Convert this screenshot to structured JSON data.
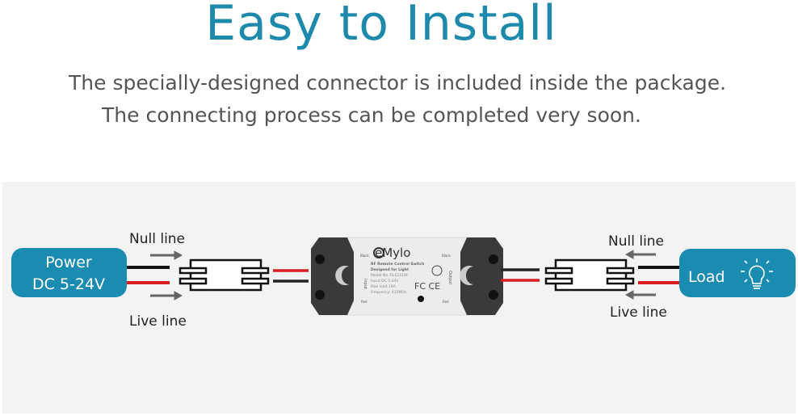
{
  "title": "Easy to Install",
  "subtitle_lines": [
    "The specially-designed connector is included inside the package.",
    "The connecting process can be completed very soon."
  ],
  "diagram": {
    "power_label": [
      "Power",
      "DC 5-24V"
    ],
    "load_label": "Load",
    "left_null_line": "Null line",
    "left_live_line": "Live line",
    "right_null_line": "Null line",
    "right_live_line": "Live line",
    "module": {
      "brand": "eMylo",
      "lines": [
        "RF Remote Control Switch",
        "Designed for Light",
        "Model No.:RLS241RF",
        "Input:DC 5-24V",
        "Max load:10A",
        "Frequency: 433MHz"
      ],
      "input_label": "Input",
      "output_label": "Output",
      "black": "Black",
      "red": "Red",
      "cert": "FC CE"
    },
    "colors": {
      "accent": "#1a8bb1",
      "title": "#1e8aab",
      "wire_black": "#111111",
      "wire_red": "#d81e1e",
      "panel": "#f3f3f3"
    }
  }
}
